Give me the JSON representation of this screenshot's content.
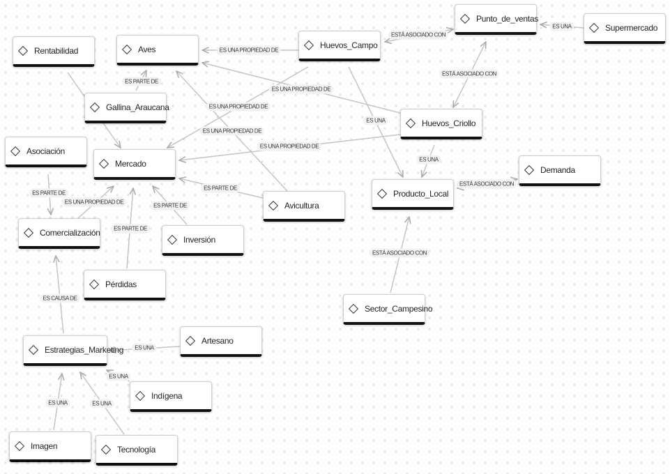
{
  "nodes": {
    "rentabilidad": "Rentabilidad",
    "aves": "Aves",
    "huevos_campo": "Huevos_Campo",
    "punto_de_ventas": "Punto_de_ventas",
    "supermercado": "Supermercado",
    "gallina_araucana": "Gallina_Araucana",
    "asociacion": "Asociación",
    "mercado": "Mercado",
    "huevos_criollo": "Huevos_Criollo",
    "demanda": "Demanda",
    "producto_local": "Producto_Local",
    "avicultura": "Avicultura",
    "comercializacion": "Comercialización",
    "inversion": "Inversión",
    "perdidas": "Pérdidas",
    "sector_campesino": "Sector_Campesino",
    "artesano": "Artesano",
    "estrategias_marketing": "Estrategias_Marketing",
    "indigena": "Indígena",
    "imagen": "Imagen",
    "tecnologia": "Tecnología"
  },
  "edges": [
    {
      "from": "Huevos_Campo",
      "to": "Aves",
      "label": "ES UNA PROPIEDAD DE"
    },
    {
      "from": "Huevos_Campo",
      "to": "Punto_de_ventas",
      "label": "ESTÁ ASOCIADO CON"
    },
    {
      "from": "Supermercado",
      "to": "Punto_de_ventas",
      "label": "ES UNA"
    },
    {
      "from": "Punto_de_ventas",
      "to": "Huevos_Criollo",
      "label": "ESTÁ ASOCIADO CON"
    },
    {
      "from": "Huevos_Criollo",
      "to": "Aves",
      "label": "ES UNA PROPIEDAD DE"
    },
    {
      "from": "Huevos_Campo",
      "to": "Mercado",
      "label": "ES UNA PROPIEDAD DE"
    },
    {
      "from": "Avicultura",
      "to": "Aves",
      "label": "ES UNA PROPIEDAD DE"
    },
    {
      "from": "Huevos_Criollo",
      "to": "Mercado",
      "label": "ES UNA PROPIEDAD DE"
    },
    {
      "from": "Avicultura",
      "to": "Mercado",
      "label": "ES PARTE DE"
    },
    {
      "from": "Huevos_Campo",
      "to": "Producto_Local",
      "label": "ES UNA"
    },
    {
      "from": "Huevos_Criollo",
      "to": "Producto_Local",
      "label": "ES UNA"
    },
    {
      "from": "Demanda",
      "to": "Producto_Local",
      "label": "ESTÁ ASOCIADO CON"
    },
    {
      "from": "Sector_Campesino",
      "to": "Producto_Local",
      "label": "ESTÁ ASOCIADO CON"
    },
    {
      "from": "Gallina_Araucana",
      "to": "Aves",
      "label": "ES PARTE DE"
    },
    {
      "from": "Asociación",
      "to": "Comercialización",
      "label": "ES PARTE DE"
    },
    {
      "from": "Comercialización",
      "to": "Mercado",
      "label": "ES UNA PROPIEDAD DE"
    },
    {
      "from": "Pérdidas",
      "to": "Mercado",
      "label": "ES PARTE DE"
    },
    {
      "from": "Inversión",
      "to": "Mercado",
      "label": "ES PARTE DE"
    },
    {
      "from": "Estrategias_Marketing",
      "to": "Comercialización",
      "label": "ES CAUSA DE"
    },
    {
      "from": "Artesano",
      "to": "Estrategias_Marketing",
      "label": "ES UNA"
    },
    {
      "from": "Indígena",
      "to": "Estrategias_Marketing",
      "label": "ES UNA"
    },
    {
      "from": "Imagen",
      "to": "Estrategias_Marketing",
      "label": "ES UNA"
    },
    {
      "from": "Tecnología",
      "to": "Estrategias_Marketing",
      "label": "ES UNA"
    }
  ]
}
